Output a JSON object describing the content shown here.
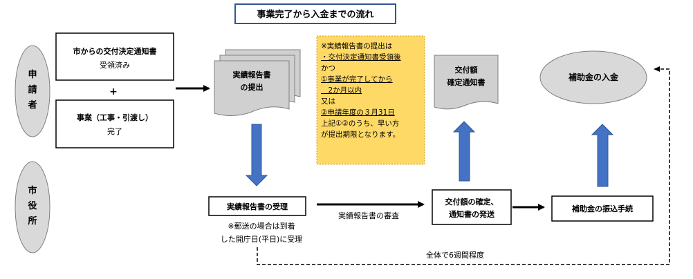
{
  "title": "事業完了から入金までの流れ",
  "lanes": {
    "applicant": [
      "申",
      "請",
      "者"
    ],
    "city": [
      "市",
      "役",
      "所"
    ]
  },
  "boxes": {
    "decision_received": [
      "市からの交付決定通知書",
      "受領済み"
    ],
    "plus": "+",
    "project_completed": [
      "事業（工事・引渡し）",
      "完了"
    ],
    "report_submission": [
      "実績報告書",
      "の提出"
    ],
    "report_receipt": "実績報告書の受理",
    "grant_confirm": [
      "交付額の確定、",
      "通知書の発送"
    ],
    "transfer": "補助金の振込手続",
    "payment": "補助金の入金",
    "notice_doc": [
      "交付額",
      "確定通知書"
    ]
  },
  "note": {
    "lines": [
      "※実績報告書の提出は",
      "・交付決定通知書受領後",
      "かつ",
      "①事業が完了してから",
      "　2か月以内",
      "又は",
      "②申請年度の３月31日",
      "上記①②のうち、早い方",
      "が提出期限となります。"
    ]
  },
  "receipt_note": [
    "※郵送の場合は到着",
    "した開庁日(平日)に受理"
  ],
  "review_label": "実績報告書の審査",
  "duration_label": "全体で6週間程度",
  "colors": {
    "accent_blue": "#4472C4",
    "title_border": "#2F5597",
    "lane_gray": "#D9D9D9",
    "doc_gray": "#D0D0D0",
    "note_fill": "#FFD966",
    "note_border": "#C9A227"
  }
}
